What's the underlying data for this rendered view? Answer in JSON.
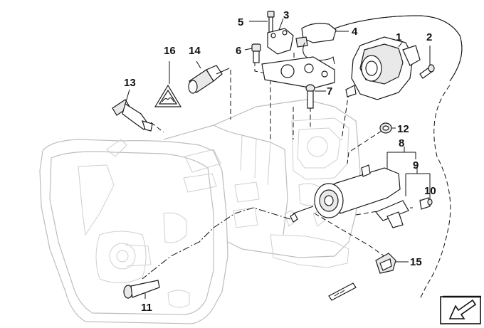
{
  "diagram": {
    "callouts": [
      {
        "id": "c1",
        "label": "1"
      },
      {
        "id": "c2",
        "label": "2"
      },
      {
        "id": "c3",
        "label": "3"
      },
      {
        "id": "c4",
        "label": "4"
      },
      {
        "id": "c5",
        "label": "5"
      },
      {
        "id": "c6",
        "label": "6"
      },
      {
        "id": "c7",
        "label": "7"
      },
      {
        "id": "c8",
        "label": "8"
      },
      {
        "id": "c9",
        "label": "9"
      },
      {
        "id": "c10",
        "label": "10"
      },
      {
        "id": "c11",
        "label": "11"
      },
      {
        "id": "c12",
        "label": "12"
      },
      {
        "id": "c13",
        "label": "13"
      },
      {
        "id": "c14",
        "label": "14"
      },
      {
        "id": "c15",
        "label": "15"
      },
      {
        "id": "c16",
        "label": "16"
      }
    ],
    "colors": {
      "ink": "#111111",
      "housing_outline": "#bdbdbd",
      "part_fill": "#e9e9e9"
    },
    "icons": {
      "warning_triangle": "warning-triangle-icon",
      "orientation_arrow": "orientation-arrow-icon"
    }
  }
}
